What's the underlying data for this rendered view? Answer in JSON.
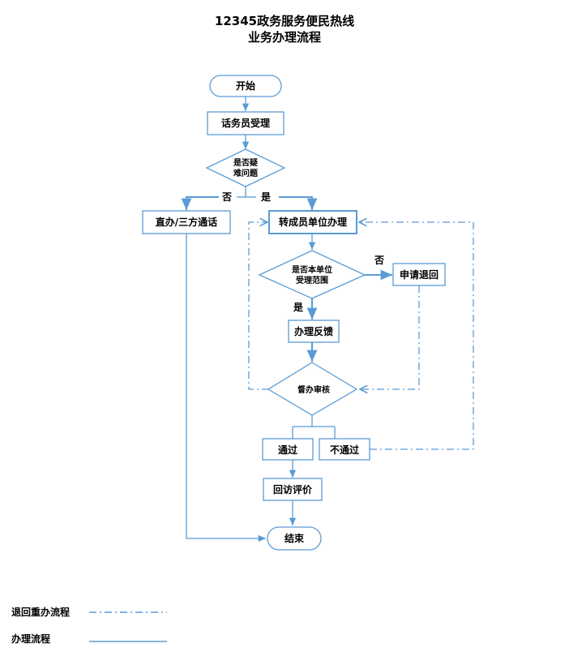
{
  "title": {
    "line1": "12345政务服务便民热线",
    "line2": "业务办理流程"
  },
  "nodes": {
    "start": "开始",
    "operator_accept": "话务员受理",
    "is_difficult_line1": "是否疑",
    "is_difficult_line2": "难问题",
    "direct_handle": "直办/三方通话",
    "transfer_unit": "转成员单位办理",
    "in_scope_line1": "是否本单位",
    "in_scope_line2": "受理范围",
    "apply_return": "申请退回",
    "handle_feedback": "办理反馈",
    "review": "督办审核",
    "pass": "通过",
    "fail": "不通过",
    "return_visit": "回访评价",
    "end": "结束"
  },
  "edge_labels": {
    "no_1": "否",
    "yes_1": "是",
    "no_2": "否",
    "yes_2": "是"
  },
  "legend": {
    "return_flow": "退回重办流程",
    "normal_flow": "办理流程"
  },
  "colors": {
    "line": "#5b9bd5",
    "box_fill": "#ffffff",
    "text": "#000000"
  }
}
